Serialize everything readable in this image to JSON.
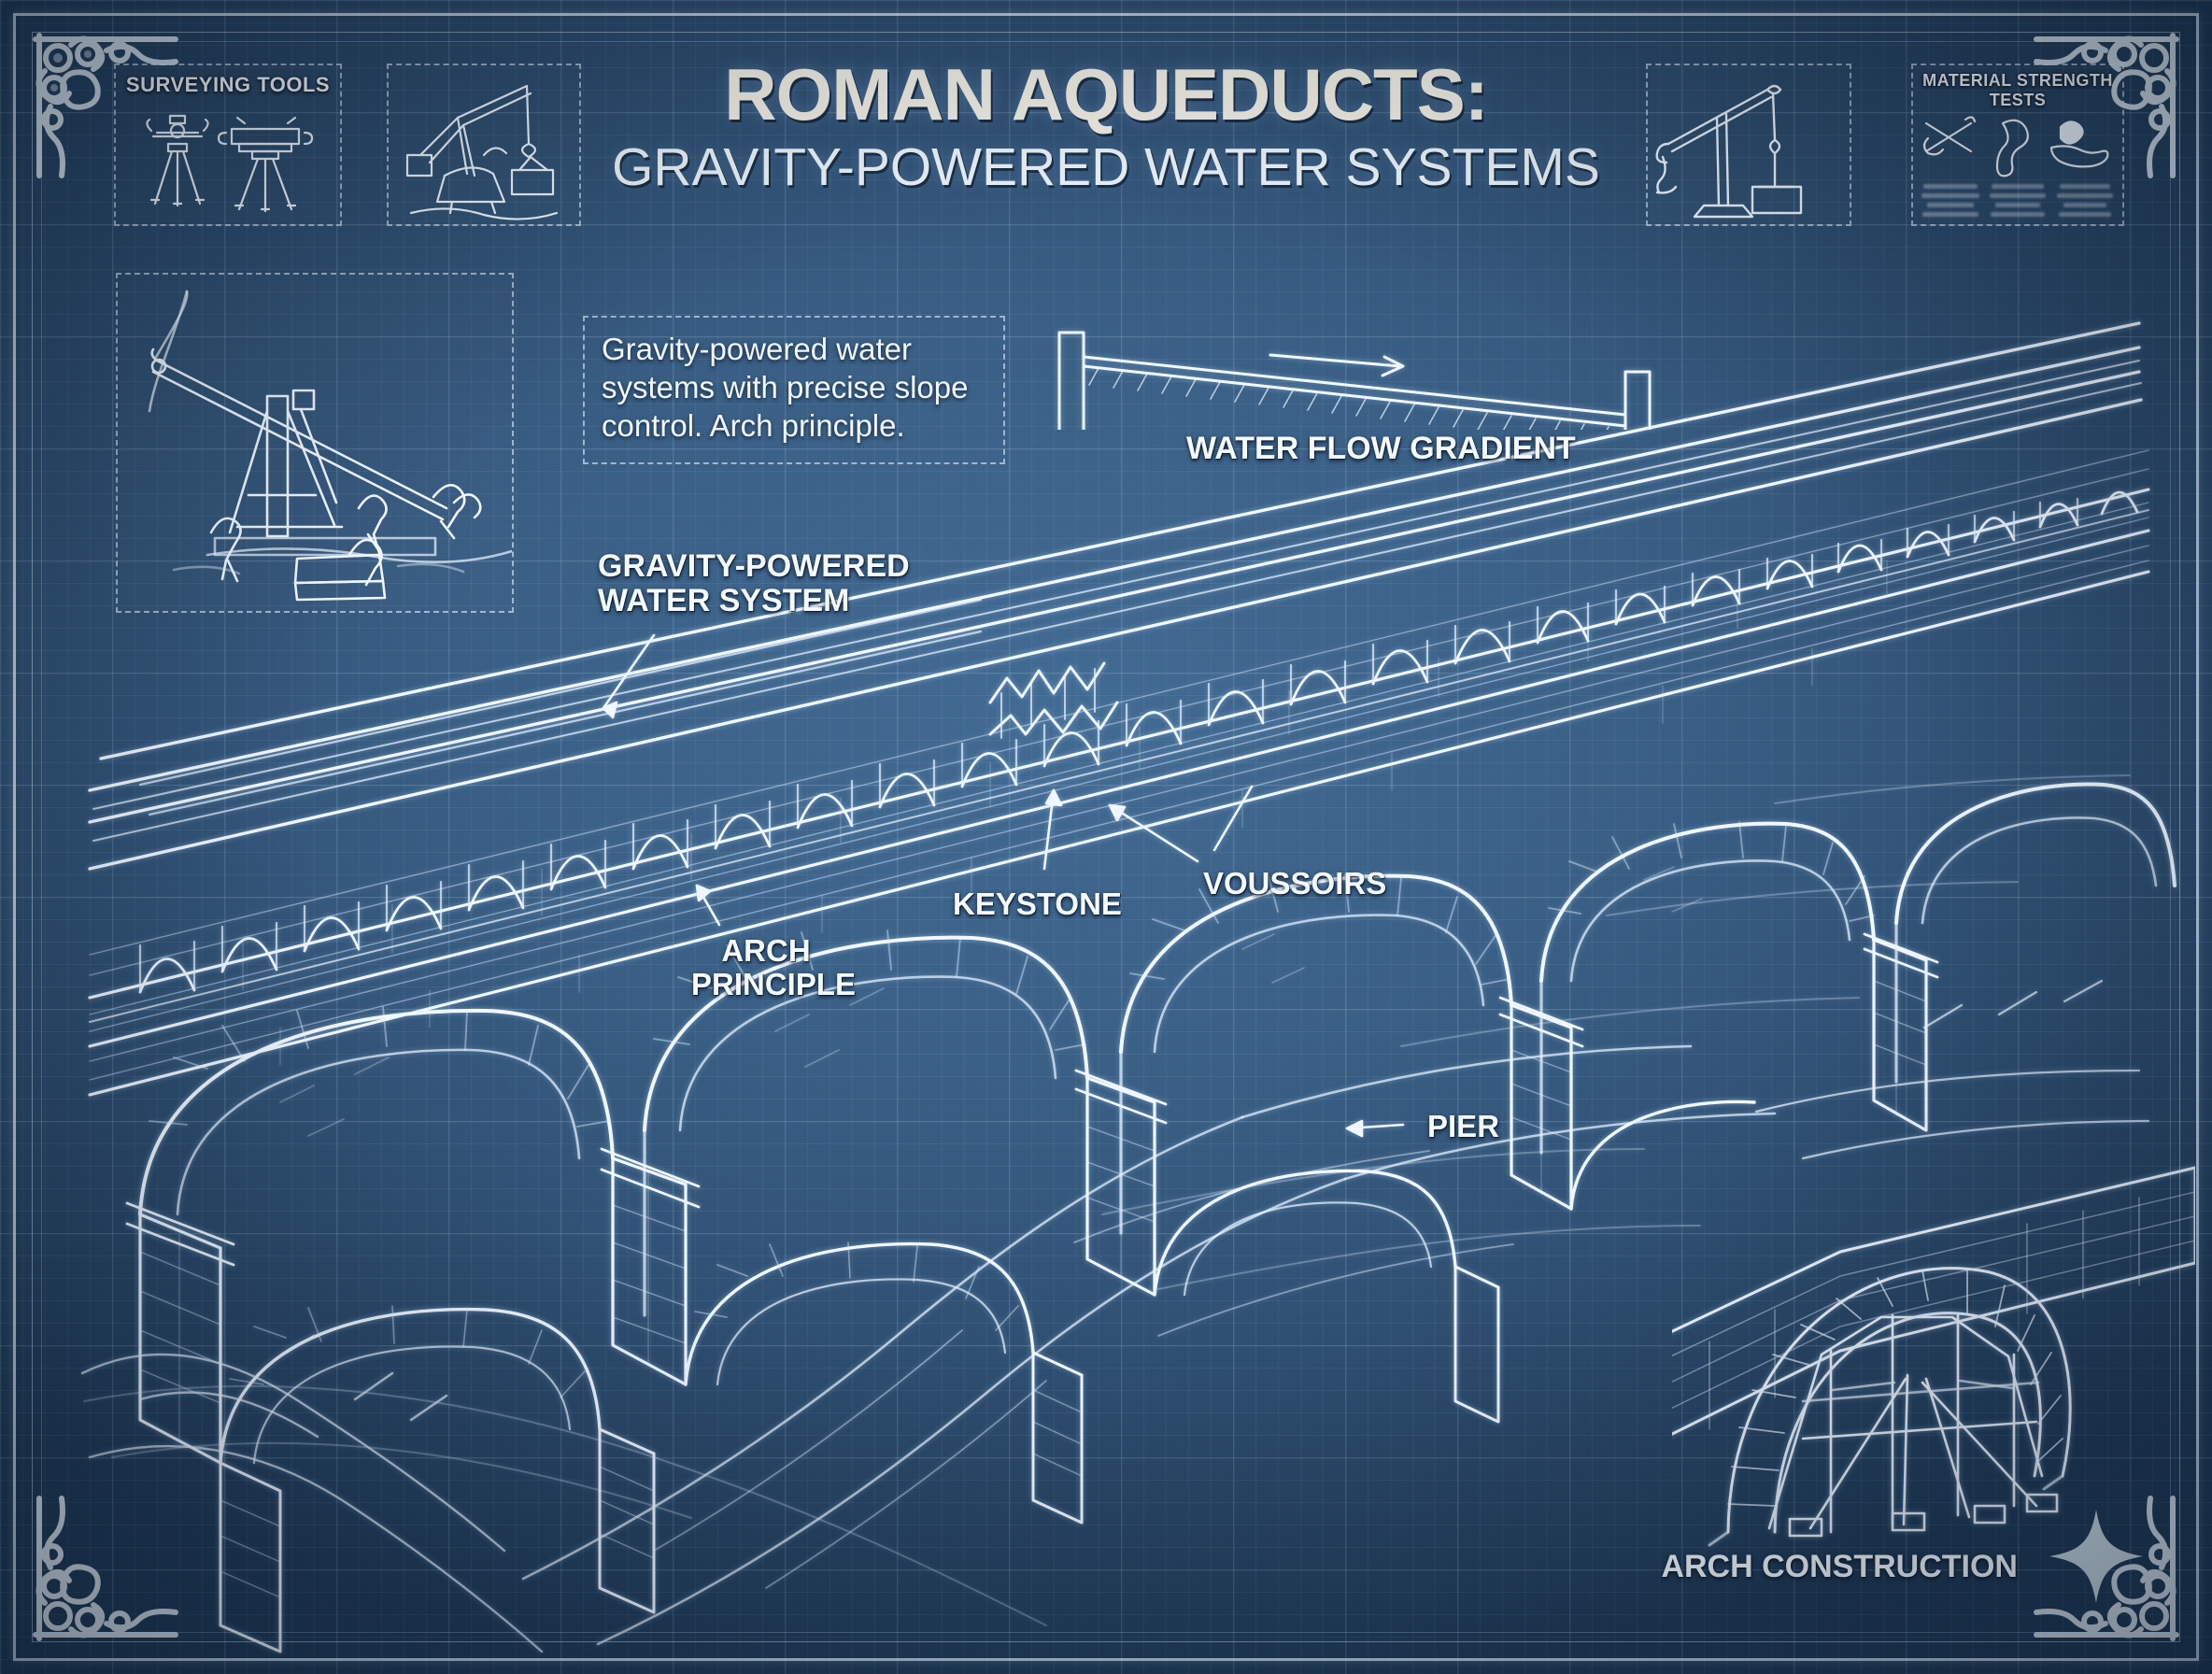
{
  "document": {
    "kind": "technical-blueprint",
    "title_main": "ROMAN AQUEDUCTS:",
    "title_sub": "GRAVITY-POWERED WATER SYSTEMS"
  },
  "colors": {
    "background_blue": "#3a5f85",
    "background_deep": "#1f3a57",
    "ink_white": "#f0f7ff",
    "grid_line": "#bedcfa",
    "title_cream": "#f3f0e6"
  },
  "panels": {
    "surveying_tools": {
      "title": "SURVEYING TOOLS",
      "icon": "theodolite-tripod-icon"
    },
    "crane": {
      "title": "",
      "icon": "roman-crane-icon"
    },
    "balance": {
      "title": "",
      "icon": "lifting-balance-icon"
    },
    "material_strength": {
      "title": "MATERIAL STRENGTH TESTS",
      "icons": [
        "tool-cross-icon",
        "weight-drop-icon",
        "approval-check-icon"
      ],
      "columns": [
        {
          "lines": 4
        },
        {
          "lines": 4
        },
        {
          "lines": 4
        }
      ]
    },
    "construction_scene": {
      "title": "",
      "icon": "lever-hoist-workers-icon"
    },
    "arch_construction": {
      "title": "ARCH CONSTRUCTION",
      "icon": "arch-centering-formwork-icon"
    }
  },
  "description": {
    "text": "Gravity-powered water systems with precise slope control. Arch principle."
  },
  "diagrams": {
    "water_flow_gradient": {
      "label": "WATER FLOW GRADIENT",
      "flow_direction": "left-to-right",
      "arrow": "flow-arrow-right"
    }
  },
  "callouts": [
    {
      "id": "gravity-powered-water-system",
      "text": "GRAVITY-POWERED\nWATER SYSTEM",
      "font_size": 34
    },
    {
      "id": "arch-principle",
      "text": "ARCH\nPRINCIPLE",
      "font_size": 33
    },
    {
      "id": "keystone",
      "text": "KEYSTONE",
      "font_size": 33
    },
    {
      "id": "voussoirs",
      "text": "VOUSSOIRS",
      "font_size": 33
    },
    {
      "id": "pier",
      "text": "PIER",
      "font_size": 33
    }
  ],
  "ornament": {
    "corner": "filigree-scroll-corner",
    "sparkle": "four-point-star-sparkle"
  }
}
